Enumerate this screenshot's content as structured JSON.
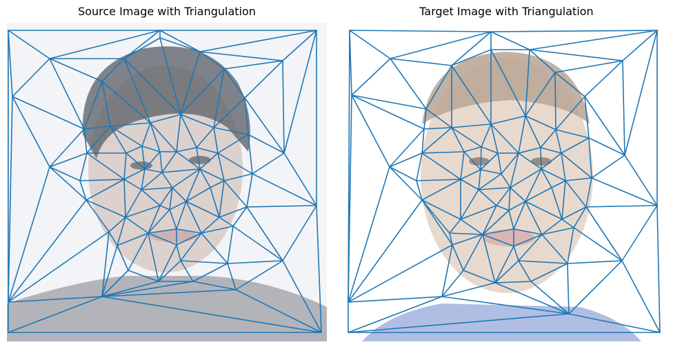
{
  "panels": [
    {
      "id": "source",
      "title": "Source Image with Triangulation",
      "photo": {
        "background": "#f3f4f7",
        "hair": "#62656b",
        "skin": "#d7c8c3",
        "lips": "#c9a9ab",
        "shirt": "#7e8088"
      }
    },
    {
      "id": "target",
      "title": "Target Image with Triangulation",
      "photo": {
        "background": "#ffffff",
        "hair": "#b9a594",
        "skin": "#e4d2c6",
        "lips": "#d8aeac",
        "shirt": "#8ea2d8"
      }
    }
  ],
  "mesh_color": "#1f77b4"
}
